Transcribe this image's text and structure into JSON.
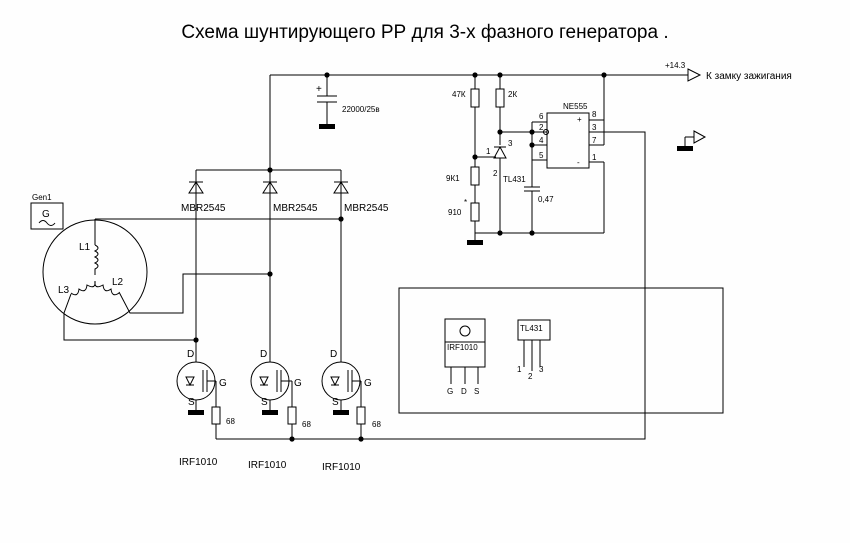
{
  "title": "Схема шунтирующего РР для 3-х фазного  генератора .",
  "supply": {
    "voltage": "+14.3",
    "ignition": "К замку зажигания"
  },
  "capacitor_main": {
    "plus": "+",
    "value": "22000/25в"
  },
  "resistors": {
    "r47k": "47К",
    "r2k": "2К",
    "r9k1": "9К1",
    "r910": "910",
    "r910_mark": "*",
    "rgate": "68"
  },
  "cap_timer": "0,47",
  "ic": {
    "name": "NE555",
    "pins": [
      "6",
      "2",
      "4",
      "5",
      "8",
      "3",
      "7",
      "1"
    ],
    "plus": "+",
    "minus": "-"
  },
  "tl431": {
    "name": "TL431",
    "pins": [
      "1",
      "2",
      "3"
    ]
  },
  "diodes": [
    "MBR2545",
    "MBR2545",
    "MBR2545"
  ],
  "generator": {
    "box_label": "Gen1",
    "symbol": "G",
    "coils": [
      "L1",
      "L2",
      "L3"
    ]
  },
  "mosfets": {
    "part": "IRF1010",
    "labels": [
      "IRF1010",
      "IRF1010",
      "IRF1010"
    ],
    "d": "D",
    "g": "G",
    "s": "S"
  },
  "package_irf": {
    "name": "IRF1010",
    "pins": [
      "G",
      "D",
      "S"
    ]
  },
  "package_tl": {
    "name": "TL431",
    "pins": [
      "1",
      "2",
      "3"
    ]
  }
}
